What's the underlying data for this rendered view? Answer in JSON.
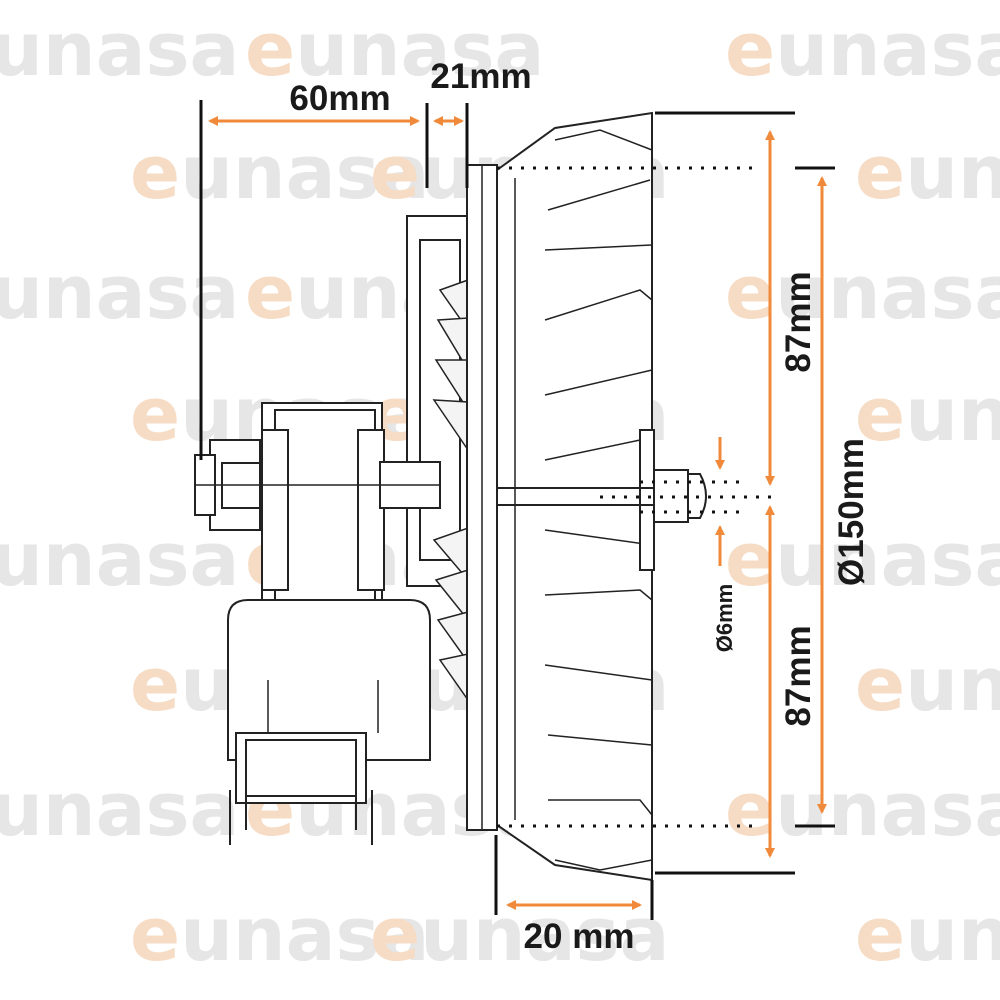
{
  "watermark": {
    "brand_e": "e",
    "brand_rest": "unasa"
  },
  "dimensions": {
    "motor_depth": "60mm",
    "flange_gap": "21mm",
    "upper_half_height": "87mm",
    "lower_half_height": "87mm",
    "impeller_diameter": "Ø150mm",
    "shaft_diameter": "Ø6mm",
    "impeller_depth": "20 mm"
  },
  "colors": {
    "accent": "#f08a3a",
    "line": "#222222",
    "watermark_gray": "#e6e6e6",
    "watermark_orange": "#f6dcc4"
  }
}
